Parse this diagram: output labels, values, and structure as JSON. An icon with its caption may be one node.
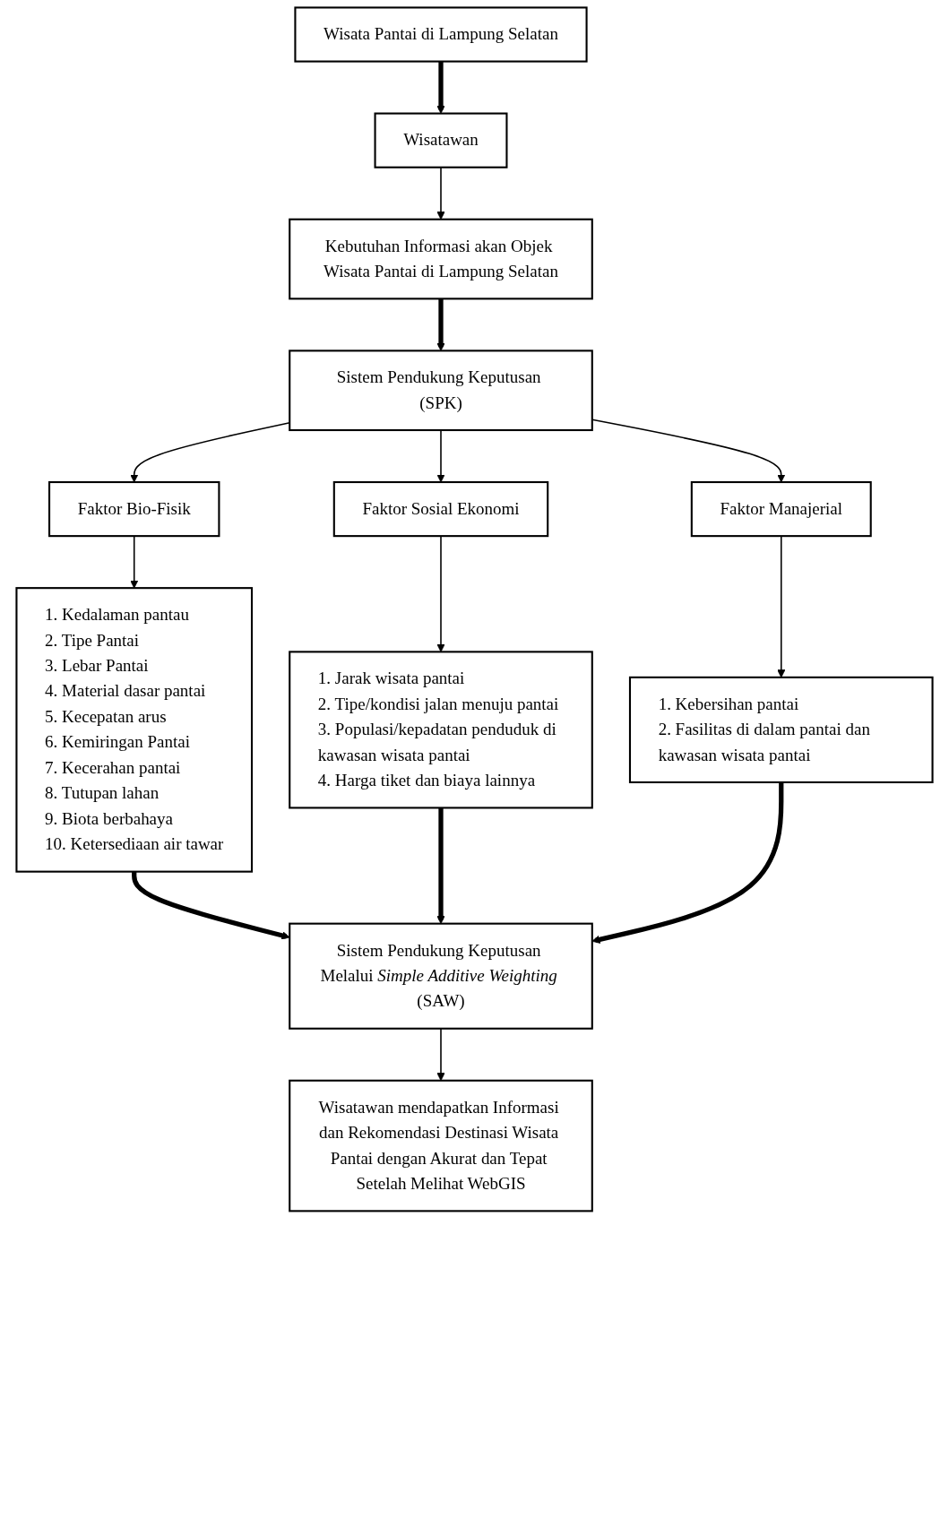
{
  "diagram": {
    "nodes": [
      {
        "text": [
          "Wisata Pantai di Lampung Selatan"
        ]
      },
      {
        "text": [
          "Wisatawan"
        ]
      },
      {
        "text": [
          "Kebutuhan Informasi akan Objek Wisata Pantai di Lampung Selatan"
        ]
      },
      {
        "text": [
          "Sistem Pendukung Keputusan (SPK)"
        ]
      },
      {
        "text": [
          "Faktor Bio-Fisik"
        ]
      },
      {
        "text": [
          "Faktor Sosial Ekonomi"
        ]
      },
      {
        "text": [
          "Faktor Manajerial"
        ]
      },
      {
        "text": [
          "1. Kedalaman pantau",
          "2. Tipe Pantai",
          "3. Lebar Pantai",
          "4. Material dasar pantai",
          "5. Kecepatan arus",
          "6. Kemiringan Pantai",
          "7. Kecerahan pantai",
          "8. Tutupan lahan",
          "9. Biota berbahaya",
          "10. Ketersediaan air tawar"
        ]
      },
      {
        "text": [
          "1. Jarak wisata pantai",
          "2. Tipe/kondisi jalan menuju pantai",
          "3. Populasi/kepadatan penduduk di kawasan wisata pantai",
          "4. Harga tiket dan biaya lainnya"
        ]
      },
      {
        "text": [
          "1. Kebersihan pantai",
          "2. Fasilitas di dalam pantai dan kawasan wisata pantai"
        ]
      },
      {
        "text": [
          "Sistem Pendukung Keputusan Melalui *Simple Additive Weighting* (SAW)"
        ]
      },
      {
        "text": [
          "Wisatawan mendapatkan Informasi dan Rekomendasi Destinasi Wisata Pantai dengan Akurat dan Tepat Setelah Melihat WebGIS"
        ]
      }
    ],
    "edges": [
      {
        "from": 0,
        "to": 1,
        "arrow": "to",
        "style": "thick"
      },
      {
        "from": 1,
        "to": 2,
        "arrow": "to"
      },
      {
        "from": 2,
        "to": 3,
        "arrow": "to",
        "style": "thick"
      },
      {
        "from": 3,
        "to": 4,
        "arrow": "to"
      },
      {
        "from": 3,
        "to": 5,
        "arrow": "to"
      },
      {
        "from": 3,
        "to": 6,
        "arrow": "to"
      },
      {
        "from": 4,
        "to": 7,
        "arrow": "to"
      },
      {
        "from": 5,
        "to": 8,
        "arrow": "to"
      },
      {
        "from": 6,
        "to": 9,
        "arrow": "to"
      },
      {
        "from": 7,
        "to": 10,
        "arrow": "to",
        "style": "thick"
      },
      {
        "from": 8,
        "to": 10,
        "arrow": "to",
        "style": "thick"
      },
      {
        "from": 9,
        "to": 10,
        "arrow": "to",
        "style": "thick"
      },
      {
        "from": 10,
        "to": 11,
        "arrow": "to"
      }
    ]
  }
}
